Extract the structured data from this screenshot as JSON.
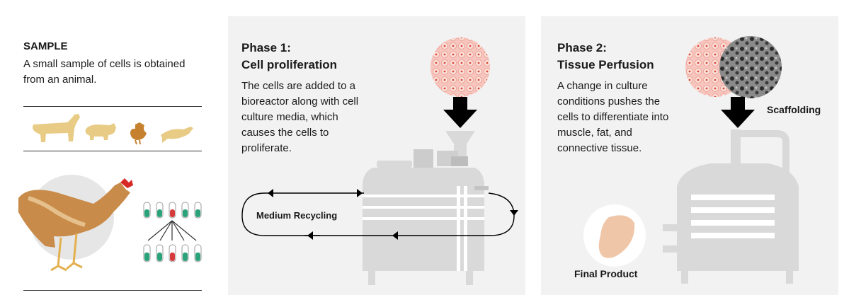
{
  "sample": {
    "heading": "SAMPLE",
    "text_line1": "A small sample of cells is obtained",
    "text_line2": "from an animal."
  },
  "phase1": {
    "title_line1": "Phase 1:",
    "title_line2": "Cell proliferation",
    "text_lines": [
      "The cells are added to a",
      "bioreactor along with cell",
      "culture media, which",
      "causes the cells to",
      "proliferate."
    ],
    "loop_label": "Medium Recycling"
  },
  "phase2": {
    "title_line1": "Phase 2:",
    "title_line2": "Tissue Perfusion",
    "text_lines": [
      "A change in culture",
      "conditions pushes the",
      "cells to differentiate into",
      "muscle, fat, and",
      "connective tissue."
    ],
    "scaffold_label": "Scaffolding",
    "product_label": "Final Product"
  },
  "colors": {
    "panel_bg": "#f2f2f2",
    "animal_silhouette": "#e8cc86",
    "chicken_brown": "#c5812e",
    "tube_green": "#2aa37a",
    "tube_red": "#d63a3a",
    "machine_grey": "#d9d9d9",
    "cell_pink": "#f4b2a8"
  }
}
